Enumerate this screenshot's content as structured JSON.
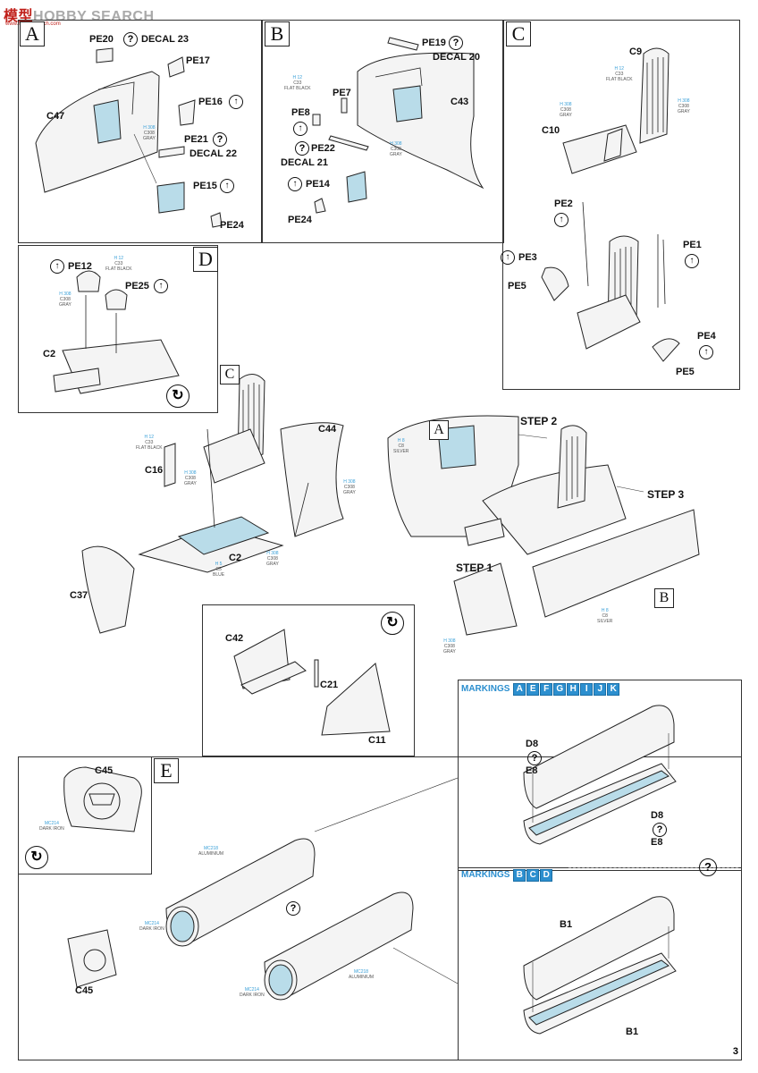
{
  "watermark": {
    "brand_cn": "模型",
    "brand_en": "HOBBY SEARCH",
    "url": "www.hobbysearch.com"
  },
  "page_number": "3",
  "sections": {
    "A": {
      "letter": "A",
      "labels": {
        "pe20": "PE20",
        "decal23": "DECAL 23",
        "pe17": "PE17",
        "pe16": "PE16",
        "c47": "C47",
        "pe21": "PE21",
        "decal22": "DECAL 22",
        "pe15": "PE15",
        "pe24": "PE24"
      },
      "paint": [
        {
          "code": "H 308",
          "name": "C308",
          "color": "GRAY"
        }
      ]
    },
    "B": {
      "letter": "B",
      "labels": {
        "pe19": "PE19",
        "decal20": "DECAL 20",
        "pe7": "PE7",
        "pe8": "PE8",
        "c43": "C43",
        "pe22": "PE22",
        "decal21": "DECAL 21",
        "pe14": "PE14",
        "pe24": "PE24"
      },
      "paint": [
        {
          "code": "H 12",
          "name": "C33",
          "color": "FLAT BLACK"
        },
        {
          "code": "H 308",
          "name": "C308",
          "color": "GRAY"
        }
      ]
    },
    "C": {
      "letter": "C",
      "labels": {
        "c9": "C9",
        "c10": "C10",
        "pe2": "PE2",
        "pe1": "PE1",
        "pe3": "PE3",
        "pe5a": "PE5",
        "pe4": "PE4",
        "pe5b": "PE5"
      },
      "paint": [
        {
          "code": "H 12",
          "name": "C33",
          "color": "FLAT BLACK"
        },
        {
          "code": "H 308",
          "name": "C308",
          "color": "GRAY"
        },
        {
          "code": "H 308",
          "name": "C308",
          "color": "GRAY"
        }
      ]
    },
    "D": {
      "letter": "D",
      "labels": {
        "pe12": "PE12",
        "pe25": "PE25",
        "c2": "C2"
      },
      "paint": [
        {
          "code": "H 12",
          "name": "C33",
          "color": "FLAT BLACK"
        },
        {
          "code": "H 308",
          "name": "C308",
          "color": "GRAY"
        }
      ]
    },
    "main": {
      "labels": {
        "c_ref": "C",
        "a_ref": "A",
        "b_ref": "B",
        "c44": "C44",
        "c16": "C16",
        "c2": "C2",
        "c37": "C37",
        "step1": "STEP 1",
        "step2": "STEP 2",
        "step3": "STEP 3"
      },
      "paint": [
        {
          "code": "H 12",
          "name": "C33",
          "color": "FLAT BLACK"
        },
        {
          "code": "H 308",
          "name": "C308",
          "color": "GRAY"
        },
        {
          "code": "H 308",
          "name": "C308",
          "color": "GRAY"
        },
        {
          "code": "H 308",
          "name": "C308",
          "color": "GRAY"
        },
        {
          "code": "H 5",
          "name": "C5",
          "color": "BLUE"
        },
        {
          "code": "H 8",
          "name": "C8",
          "color": "SILVER"
        },
        {
          "code": "H 8",
          "name": "C8",
          "color": "SILVER"
        },
        {
          "code": "H 308",
          "name": "C308",
          "color": "GRAY"
        }
      ]
    },
    "inset": {
      "labels": {
        "c42": "C42",
        "c21": "C21",
        "c11": "C11"
      }
    },
    "E": {
      "letter": "E",
      "labels": {
        "c45a": "C45",
        "c45b": "C45"
      },
      "paint": [
        {
          "code": "MC214",
          "color": "DARK IRON"
        },
        {
          "code": "MC218",
          "color": "ALUMINIUM"
        },
        {
          "code": "MC214",
          "color": "DARK IRON"
        },
        {
          "code": "MC214",
          "color": "DARK IRON"
        },
        {
          "code": "MC218",
          "color": "ALUMINIUM"
        }
      ]
    },
    "markings1": {
      "title": "MARKINGS",
      "codes": [
        "A",
        "E",
        "F",
        "G",
        "H",
        "I",
        "J",
        "K"
      ],
      "labels": {
        "d8a": "D8",
        "e8a": "E8",
        "d8b": "D8",
        "e8b": "E8"
      }
    },
    "markings2": {
      "title": "MARKINGS",
      "codes": [
        "B",
        "C",
        "D"
      ],
      "labels": {
        "b1a": "B1",
        "b1b": "B1"
      }
    }
  }
}
